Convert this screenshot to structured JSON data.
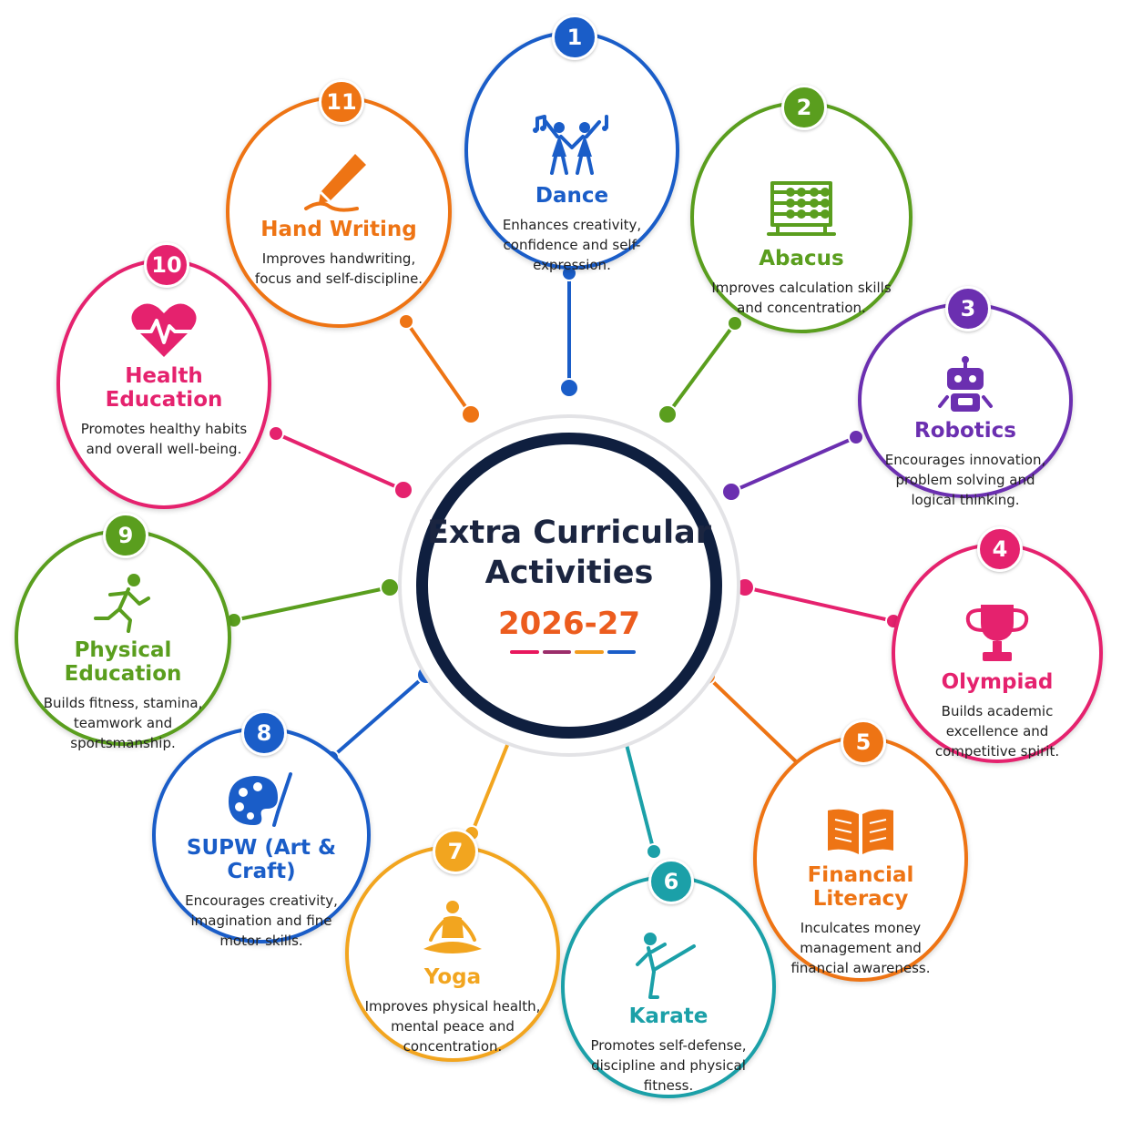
{
  "center": {
    "title": "Extra Curricular Activities",
    "year": "2026-27",
    "bar_colors": [
      "#e8175d",
      "#9b2d6a",
      "#f29b1d",
      "#1a5dc8"
    ]
  },
  "activities": [
    {
      "number": "1",
      "title": "Dance",
      "description": "Enhances creativity, confidence and self-expression.",
      "color": "#1a5dc8",
      "icon": "dancers-icon"
    },
    {
      "number": "2",
      "title": "Abacus",
      "description": "Improves calculation skills and concentration.",
      "color": "#5a9e1e",
      "icon": "abacus-icon"
    },
    {
      "number": "3",
      "title": "Robotics",
      "description": "Encourages innovation, problem solving and logical thinking.",
      "color": "#6b2fb0",
      "icon": "robot-icon"
    },
    {
      "number": "4",
      "title": "Olympiad",
      "description": "Builds academic excellence and competitive spirit.",
      "color": "#e5226e",
      "icon": "trophy-icon"
    },
    {
      "number": "5",
      "title": "Financial Literacy",
      "description": "Inculcates money management and financial awareness.",
      "color": "#ee7414",
      "icon": "book-icon"
    },
    {
      "number": "6",
      "title": "Karate",
      "description": "Promotes self-defense, discipline and physical fitness.",
      "color": "#1ba0a8",
      "icon": "karate-kick-icon"
    },
    {
      "number": "7",
      "title": "Yoga",
      "description": "Improves physical health, mental peace and concentration.",
      "color": "#f2a51f",
      "icon": "meditation-icon"
    },
    {
      "number": "8",
      "title": "SUPW (Art & Craft)",
      "description": "Encourages creativity, imagination and fine motor skills.",
      "color": "#1a5dc8",
      "icon": "paint-palette-icon"
    },
    {
      "number": "9",
      "title": "Physical Education",
      "description": "Builds fitness, stamina, teamwork and sportsmanship.",
      "color": "#5a9e1e",
      "icon": "runner-icon"
    },
    {
      "number": "10",
      "title": "Health Education",
      "description": "Promotes healthy habits and overall well-being.",
      "color": "#e5226e",
      "icon": "heartbeat-icon"
    },
    {
      "number": "11",
      "title": "Hand Writing",
      "description": "Improves handwriting, focus and self-discipline.",
      "color": "#ee7414",
      "icon": "pen-icon"
    }
  ]
}
